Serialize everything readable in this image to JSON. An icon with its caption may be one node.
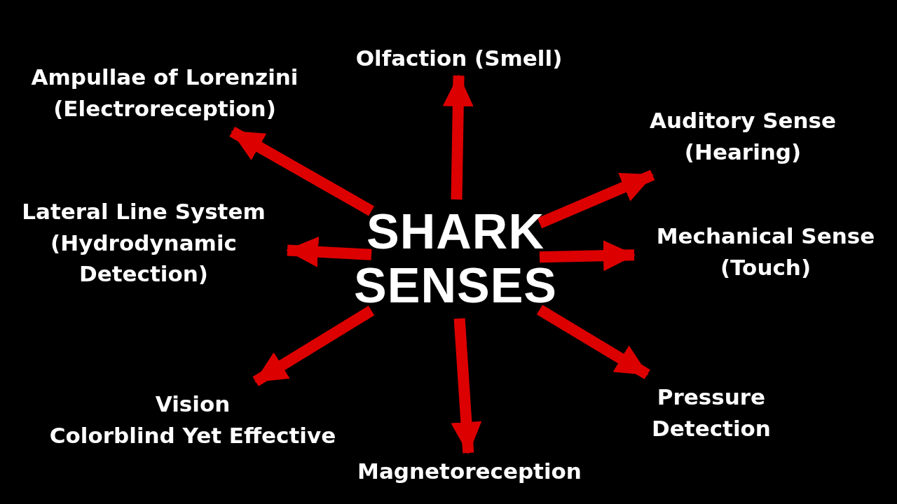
{
  "diagram": {
    "nodes": [
      {
        "text": [
          "SHARK SENSES"
        ]
      },
      {
        "text": [
          "Olfaction (Smell)"
        ]
      },
      {
        "text": [
          "Ampullae of Lorenzini (Electroreception)"
        ]
      },
      {
        "text": [
          "Auditory Sense (Hearing)"
        ]
      },
      {
        "text": [
          "Lateral Line System (Hydrodynamic Detection)"
        ]
      },
      {
        "text": [
          "Mechanical Sense (Touch)"
        ]
      },
      {
        "text": [
          "Vision",
          "Colorblind Yet Effective"
        ]
      },
      {
        "text": [
          "Pressure Detection"
        ]
      },
      {
        "text": [
          "Magnetoreception"
        ]
      }
    ],
    "edges": [
      {
        "from": 0,
        "to": 1,
        "arrow": "to"
      },
      {
        "from": 0,
        "to": 2,
        "arrow": "to"
      },
      {
        "from": 0,
        "to": 3,
        "arrow": "to"
      },
      {
        "from": 0,
        "to": 4,
        "arrow": "to"
      },
      {
        "from": 0,
        "to": 5,
        "arrow": "to"
      },
      {
        "from": 0,
        "to": 6,
        "arrow": "to"
      },
      {
        "from": 0,
        "to": 7,
        "arrow": "to"
      },
      {
        "from": 0,
        "to": 8,
        "arrow": "to"
      }
    ]
  }
}
